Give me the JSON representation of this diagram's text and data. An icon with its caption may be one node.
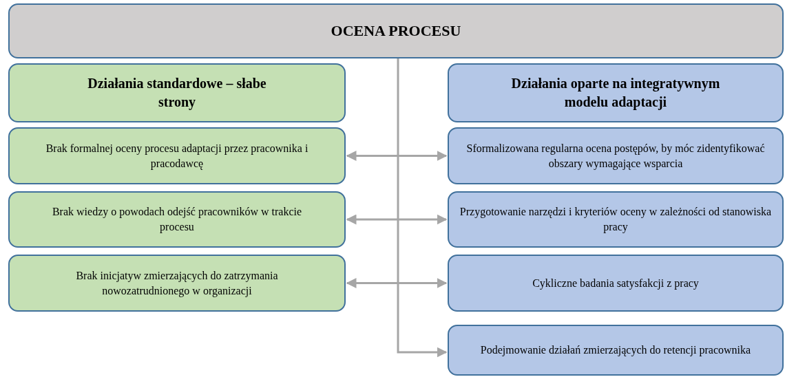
{
  "diagram": {
    "nodes": [
      {
        "text": [
          "OCENA PROCESU"
        ]
      },
      {
        "text": [
          "Działania standardowe – słabe strony"
        ]
      },
      {
        "text": [
          "Brak formalnej oceny procesu adaptacji przez pracownika i pracodawcę"
        ]
      },
      {
        "text": [
          "Brak wiedzy o powodach odejść pracowników w trakcie procesu"
        ]
      },
      {
        "text": [
          "Brak inicjatyw zmierzających do zatrzymania nowozatrudnionego w organizacji"
        ]
      },
      {
        "text": [
          "Działania oparte na integratywnym modelu adaptacji"
        ]
      },
      {
        "text": [
          "Sformalizowana regularna ocena postępów, by móc zidentyfikować obszary wymagające wsparcia"
        ]
      },
      {
        "text": [
          "Przygotowanie narzędzi i kryteriów oceny w zależności od stanowiska pracy"
        ]
      },
      {
        "text": [
          "Cykliczne badania satysfakcji z pracy"
        ]
      },
      {
        "text": [
          "Podejmowanie działań zmierzających do retencji pracownika"
        ]
      }
    ],
    "edges": [
      {
        "from": 2,
        "to": 6,
        "arrow": "both"
      },
      {
        "from": 3,
        "to": 7,
        "arrow": "both"
      },
      {
        "from": 4,
        "to": 8,
        "arrow": "both"
      },
      {
        "from": 0,
        "to": 9,
        "arrow": "to"
      }
    ]
  }
}
